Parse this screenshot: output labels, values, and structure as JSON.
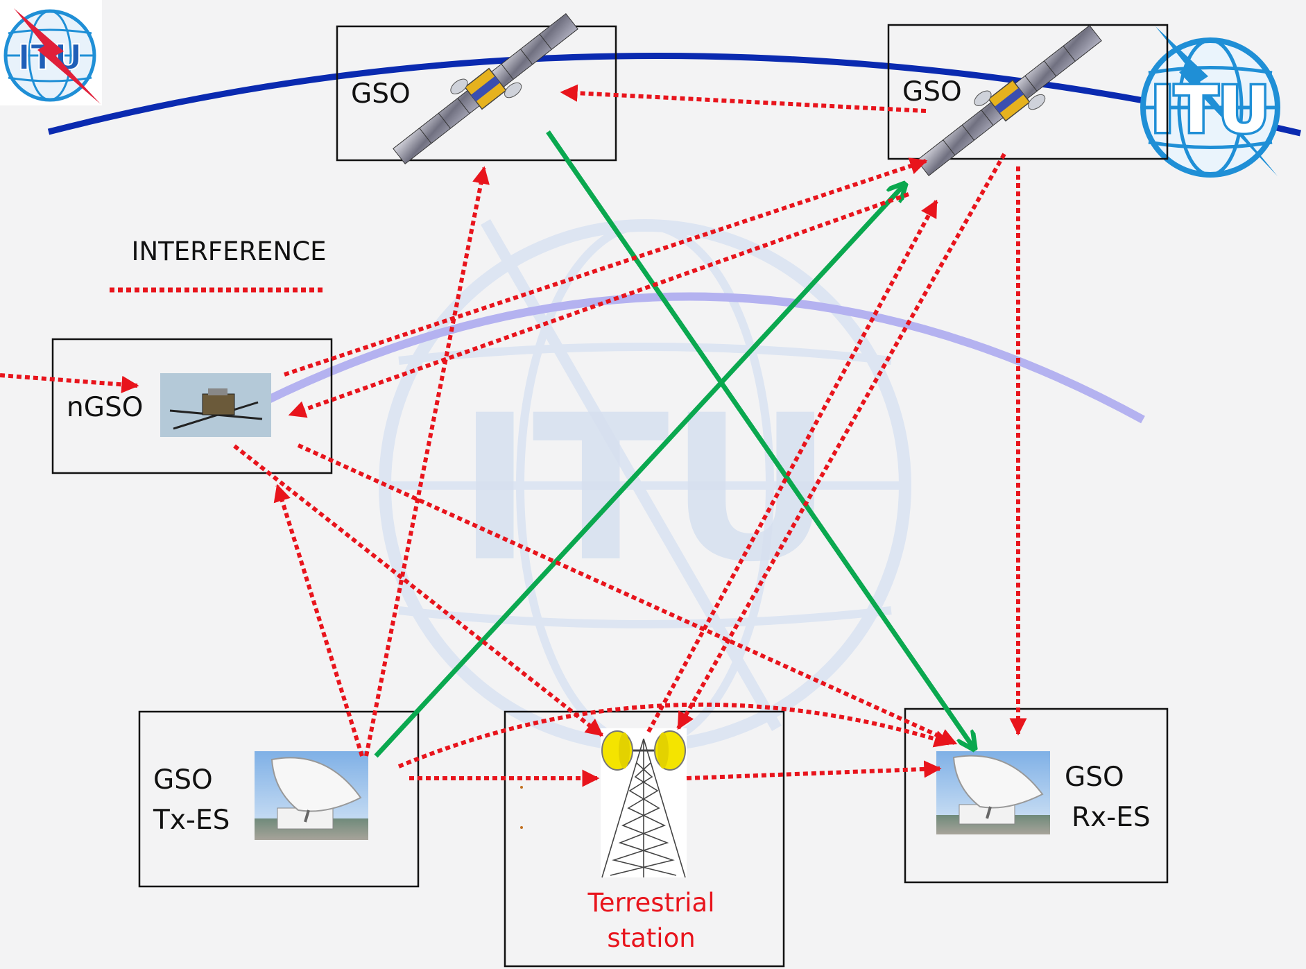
{
  "logos": {
    "top_left_text": "ITU",
    "top_right_text": "ITU",
    "watermark_text": "ITU"
  },
  "legend": {
    "label": "INTERFERENCE",
    "line_color": "#e8141c"
  },
  "nodes": {
    "gso_left": {
      "label": "GSO"
    },
    "gso_right": {
      "label": "GSO"
    },
    "ngso": {
      "label": "nGSO"
    },
    "tx_es": {
      "line1": "GSO",
      "line2": "Tx-ES"
    },
    "terrestrial": {
      "line1": "Terrestrial",
      "line2": "station"
    },
    "rx_es": {
      "line1": "GSO",
      "line2": "Rx-ES"
    }
  },
  "colors": {
    "interference": "#e8141c",
    "wanted_link": "#0aa84f",
    "gso_orbit": "#0a2ab0",
    "ngso_orbit": "#b4b2f0",
    "itu_blue": "#1f8fd6",
    "watermark": "#d9e3f1",
    "terrestrial_text": "#e8141c"
  },
  "icons": {
    "gso_satellite": "satellite-icon",
    "ngso_satellite": "small-satellite-icon",
    "earth_station": "dish-antenna-icon",
    "terrestrial_tower": "radio-tower-icon"
  }
}
